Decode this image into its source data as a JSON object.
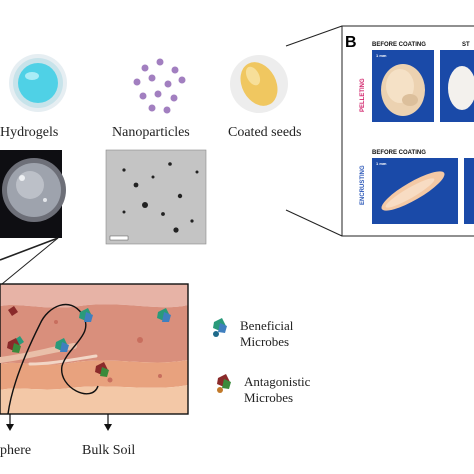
{
  "top_row": {
    "hydrogels_label": "Hydrogels",
    "nanoparticles_label": "Nanoparticles",
    "coated_seeds_label": "Coated seeds"
  },
  "panel_b": {
    "panel_letter": "B",
    "before_coating_top": "BEFORE COATING",
    "after_coating_top_partial": "ST",
    "pelleting_label": "PELLETING",
    "encrusting_label": "ENCRUSTING",
    "before_coating_bottom": "BEFORE COATING",
    "scale_top": "1 mm",
    "scale_bottom": "1 mm"
  },
  "soil_legend": {
    "beneficial_line1": "Beneficial",
    "beneficial_line2": "Microbes",
    "antagonistic_line1": "Antagonistic",
    "antagonistic_line2": "Microbes"
  },
  "bottom_labels": {
    "rhizosphere_partial": "phere",
    "bulk_soil": "Bulk Soil"
  },
  "colors": {
    "soil_top": "#e7b3a6",
    "soil_mid": "#d98f7c",
    "soil_bottom": "#f3c8a7",
    "panel_blue": "#1a4aa8",
    "pelleting_magenta": "#d1236b",
    "encrusting_blue": "#2c58b8",
    "hydrogel_cyan": "#4fd1e6",
    "seed_yellow": "#f0c760",
    "nanoparticle_purple": "#a27fc0"
  }
}
